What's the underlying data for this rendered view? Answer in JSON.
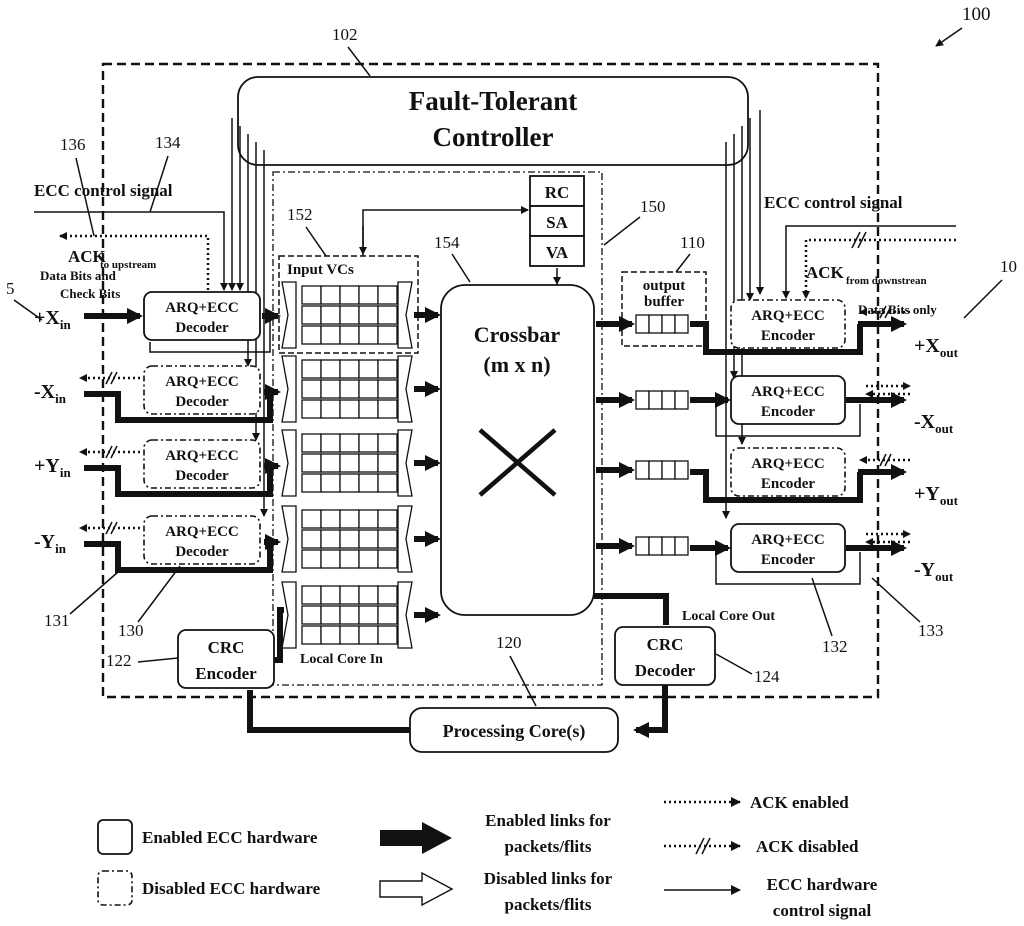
{
  "figure": {
    "ref_number": "100",
    "router_ref": "102",
    "controller_title_line1": "Fault-Tolerant",
    "controller_title_line2": "Controller",
    "ecc_signal_left": "ECC control signal",
    "ecc_signal_right": "ECC control signal",
    "ack_left_main": "ACK",
    "ack_left_sub": "to upstream",
    "ack_right_main": "ACK",
    "ack_right_sub": "from downstrean",
    "data_bits_check_line1": "Data Bits and",
    "data_bits_check_line2": "Check Bits",
    "data_bits_only": "Data Bits only",
    "input_vcs": "Input VCs",
    "output_buffer_line1": "output",
    "output_buffer_line2": "buffer",
    "crossbar_line1": "Crossbar",
    "crossbar_line2": "(m x n)",
    "rc": "RC",
    "sa": "SA",
    "va": "VA",
    "local_core_in": "Local Core In",
    "local_core_out": "Local Core Out",
    "crc_enc_line1": "CRC",
    "crc_enc_line2": "Encoder",
    "crc_dec_line1": "CRC",
    "crc_dec_line2": "Decoder",
    "processing_core": "Processing Core(s)"
  },
  "decoders": [
    {
      "port_main": "+X",
      "port_sub": "in",
      "line1": "ARQ+ECC",
      "line2": "Decoder",
      "state": "enabled"
    },
    {
      "port_main": "-X",
      "port_sub": "in",
      "line1": "ARQ+ECC",
      "line2": "Decoder",
      "state": "disabled"
    },
    {
      "port_main": "+Y",
      "port_sub": "in",
      "line1": "ARQ+ECC",
      "line2": "Decoder",
      "state": "disabled"
    },
    {
      "port_main": "-Y",
      "port_sub": "in",
      "line1": "ARQ+ECC",
      "line2": "Decoder",
      "state": "disabled"
    }
  ],
  "encoders": [
    {
      "port_main": "+X",
      "port_sub": "out",
      "line1": "ARQ+ECC",
      "line2": "Encoder",
      "state": "disabled"
    },
    {
      "port_main": "-X",
      "port_sub": "out",
      "line1": "ARQ+ECC",
      "line2": "Encoder",
      "state": "enabled"
    },
    {
      "port_main": "+Y",
      "port_sub": "out",
      "line1": "ARQ+ECC",
      "line2": "Encoder",
      "state": "disabled"
    },
    {
      "port_main": "-Y",
      "port_sub": "out",
      "line1": "ARQ+ECC",
      "line2": "Encoder",
      "state": "enabled"
    }
  ],
  "ref_labels": {
    "r5": "5",
    "r10": "10",
    "r102": "102",
    "r110": "110",
    "r120": "120",
    "r122": "122",
    "r124": "124",
    "r130": "130",
    "r131": "131",
    "r132": "132",
    "r133": "133",
    "r134": "134",
    "r136": "136",
    "r150": "150",
    "r152": "152",
    "r154": "154"
  },
  "legend": {
    "enabled_ecc": "Enabled ECC hardware",
    "disabled_ecc": "Disabled ECC hardware",
    "enabled_links_line1": "Enabled links for",
    "enabled_links_line2": "packets/flits",
    "disabled_links_line1": "Disabled links for",
    "disabled_links_line2": "packets/flits",
    "ack_enabled": "ACK enabled",
    "ack_disabled": "ACK disabled",
    "ecc_ctrl_line1": "ECC hardware",
    "ecc_ctrl_line2": "control signal"
  }
}
